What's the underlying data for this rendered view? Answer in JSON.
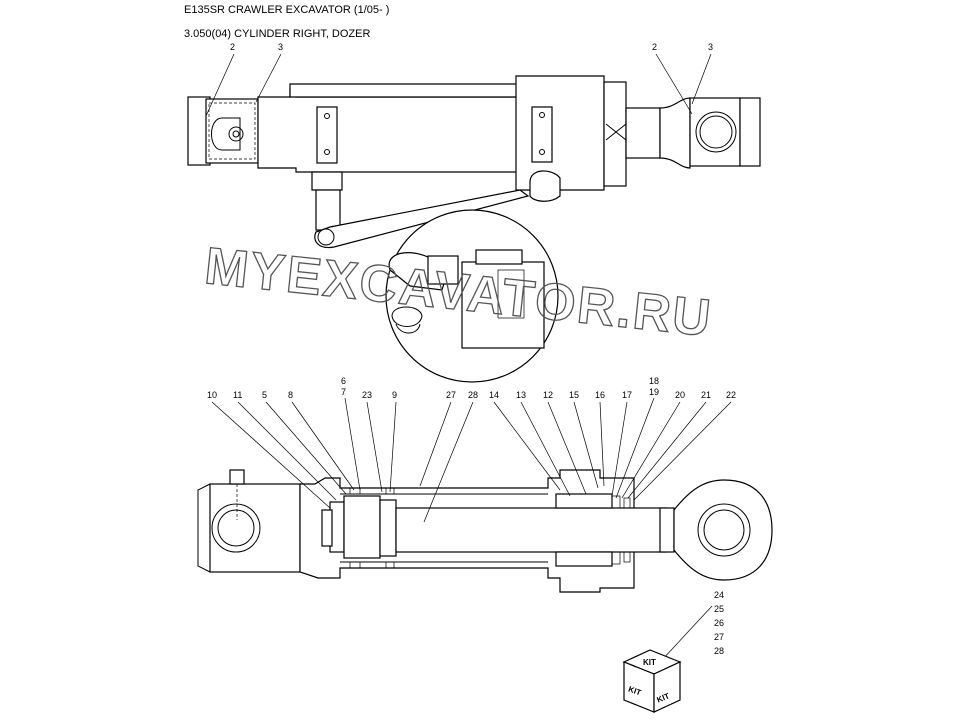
{
  "header": {
    "title": "E135SR CRAWLER EXCAVATOR (1/05- )",
    "subtitle": "3.050(04) CYLINDER RIGHT, DOZER"
  },
  "watermark": "MYEXCAVATOR.RU",
  "top_view_callouts": [
    "2",
    "3",
    "2",
    "3"
  ],
  "section_callouts": [
    "10",
    "11",
    "5",
    "8",
    "6",
    "7",
    "23",
    "9",
    "27",
    "28",
    "14",
    "13",
    "12",
    "15",
    "16",
    "17",
    "18",
    "19",
    "20",
    "21",
    "22"
  ],
  "kit_list": [
    "24",
    "25",
    "26",
    "27",
    "28"
  ],
  "kit_labels": [
    "KIT",
    "KIT",
    "KIT"
  ]
}
